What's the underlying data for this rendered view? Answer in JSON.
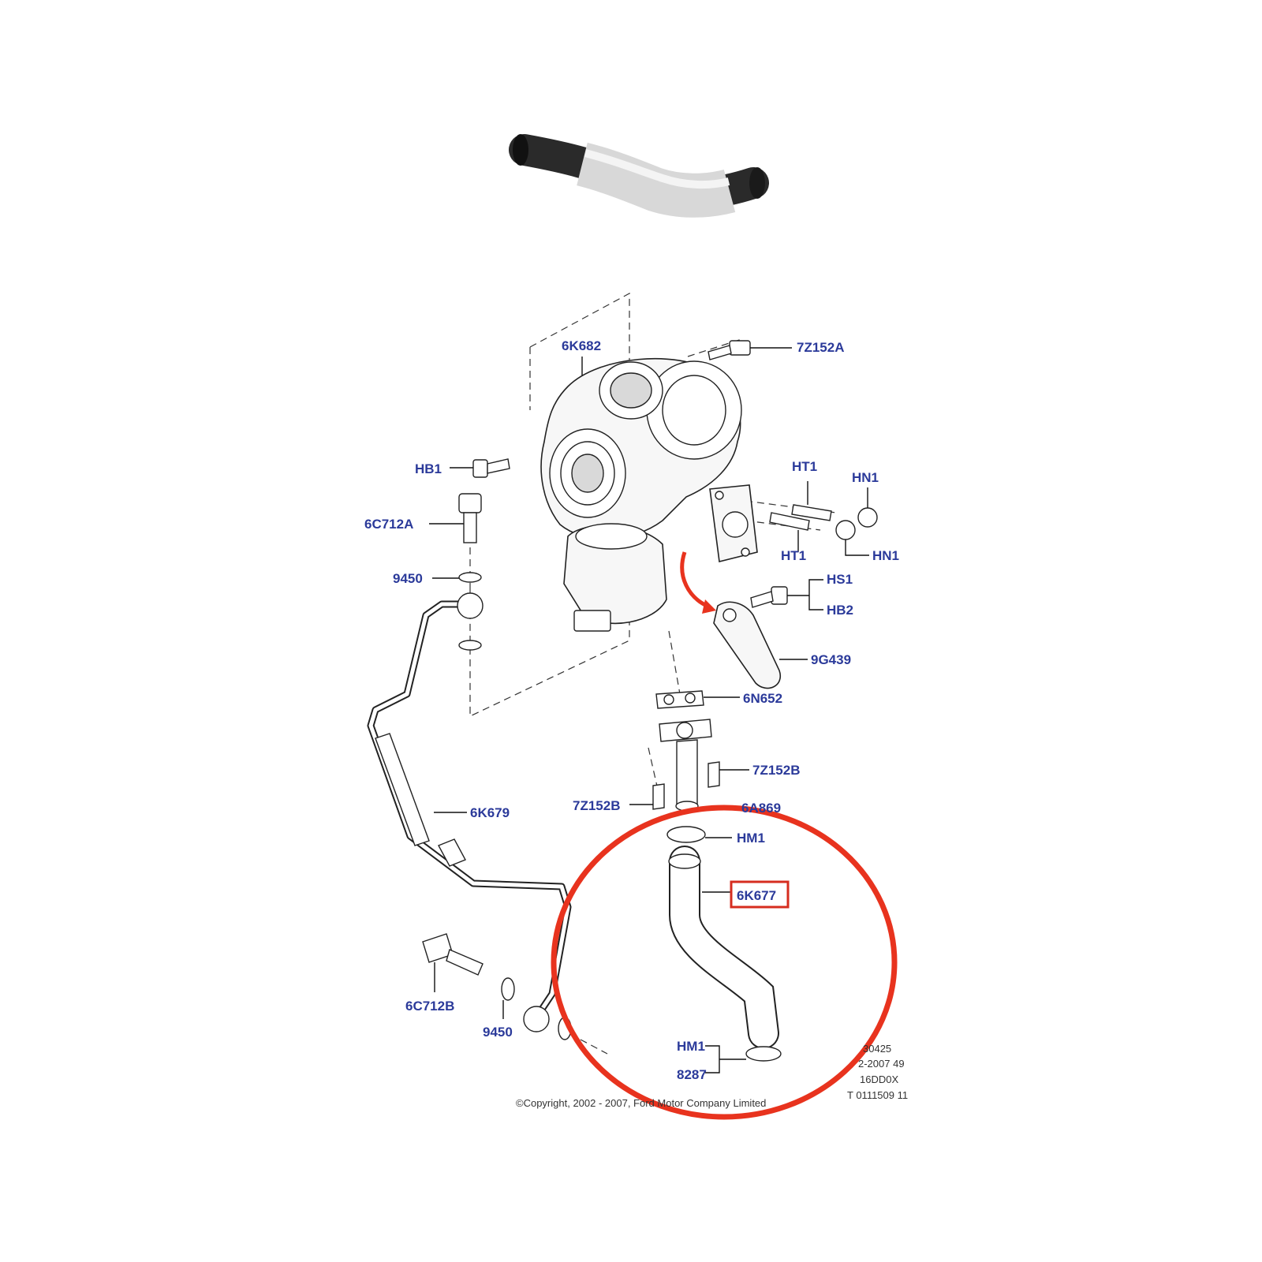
{
  "colors": {
    "label": "#2b3a9a",
    "highlight": "#e8331e",
    "line": "#111111"
  },
  "labels": {
    "p_6K682": "6K682",
    "p_7Z152A": "7Z152A",
    "p_HB1": "HB1",
    "p_HT1_top": "HT1",
    "p_HN1_top": "HN1",
    "p_6C712A": "6C712A",
    "p_HT1_bottom": "HT1",
    "p_HN1_bottom": "HN1",
    "p_9450_top": "9450",
    "p_HS1": "HS1",
    "p_HB2": "HB2",
    "p_9G439": "9G439",
    "p_6N652": "6N652",
    "p_7Z152B_right": "7Z152B",
    "p_7Z152B_left": "7Z152B",
    "p_6K679": "6K679",
    "p_6A869": "6A869",
    "p_HM1_top": "HM1",
    "p_6K677": "6K677",
    "p_6C712B": "6C712B",
    "p_9450_bottom": "9450",
    "p_HM1_bottom": "HM1",
    "p_8287": "8287"
  },
  "footer": {
    "copyright": "©Copyright, 2002 - 2007, Ford Motor Company Limited",
    "ref_line1": "30425",
    "ref_line2": "2-2007 49",
    "ref_line3": "16DD0X",
    "ref_line4": "T 0111509 11"
  },
  "highlight": {
    "part": "6K677",
    "style": "red circle and red box"
  }
}
